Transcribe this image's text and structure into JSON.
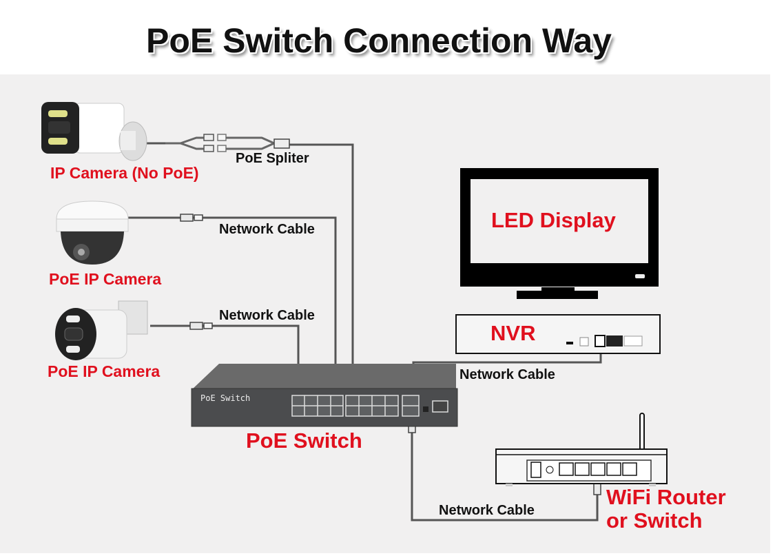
{
  "title": "PoE Switch Connection Way",
  "colors": {
    "device_label": "#e0101e",
    "cable_label": "#111111",
    "background_panel": "#f1f0f0",
    "cable": "#555555"
  },
  "devices": {
    "ip_camera_no_poe": {
      "label": "IP Camera (No PoE)",
      "icon": "bullet-camera-icon"
    },
    "poe_camera_dome": {
      "label": "PoE IP Camera",
      "icon": "dome-camera-icon"
    },
    "poe_camera_bullet": {
      "label": "PoE IP Camera",
      "icon": "bullet-camera-icon"
    },
    "poe_switch": {
      "label": "PoE Switch",
      "faceplate_label": "PoE Switch",
      "icon": "switch-icon"
    },
    "led_display": {
      "label": "LED Display",
      "icon": "monitor-icon"
    },
    "nvr": {
      "label": "NVR",
      "icon": "nvr-icon"
    },
    "router": {
      "label_line1": "WiFi Router",
      "label_line2": "or Switch",
      "icon": "router-icon"
    }
  },
  "connections": {
    "splitter": {
      "label": "PoE Spliter"
    },
    "dome_cable": {
      "label": "Network Cable"
    },
    "bullet_cable": {
      "label": "Network Cable"
    },
    "nvr_cable": {
      "label": "Network Cable"
    },
    "router_cable": {
      "label": "Network Cable"
    }
  }
}
